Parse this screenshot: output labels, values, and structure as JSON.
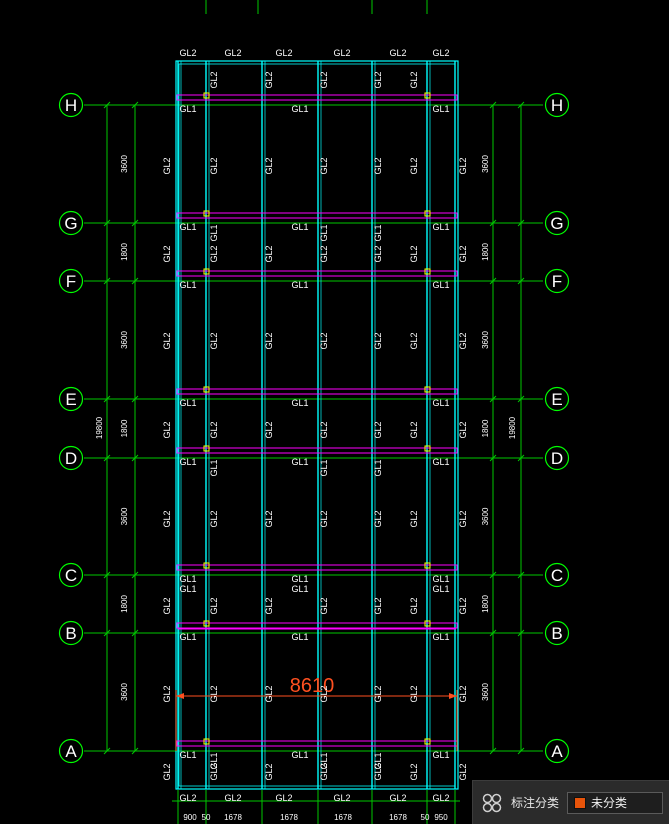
{
  "axes": {
    "labels": [
      "H",
      "G",
      "F",
      "E",
      "D",
      "C",
      "B",
      "A"
    ]
  },
  "dimensions": {
    "left_inner": [
      "3600",
      "1800",
      "3600",
      "1800",
      "3600",
      "1800",
      "3600"
    ],
    "left_total": "19800",
    "right_inner": [
      "3600",
      "1800",
      "3600",
      "1800",
      "3600",
      "1800",
      "3600"
    ],
    "right_total": "19800",
    "bottom": [
      "900",
      "50",
      "1678",
      "1678",
      "1678",
      "1678",
      "50",
      "950"
    ],
    "span_readout": "8610"
  },
  "beam_labels": {
    "secondary": "GL2",
    "primary": "GL1"
  },
  "annotation_panel": {
    "label": "标注分类",
    "value": "未分类",
    "swatch_color": "#e8540a",
    "icon": "grid-category-icon"
  },
  "colors": {
    "axis_line": "#00c800",
    "axis_bubble": "#00ff00",
    "beam": "#00ffff",
    "primary_beam": "#ff00ff",
    "text": "#ffffff",
    "dimension": "#ff5020",
    "connector": "#ffff00"
  }
}
